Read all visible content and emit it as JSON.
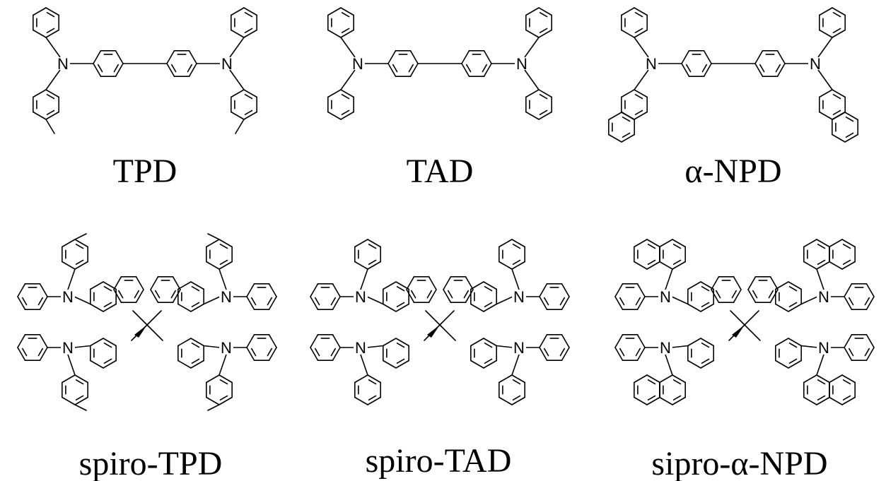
{
  "captions": {
    "tpd": "TPD",
    "tad": "TAD",
    "anpd": "α-NPD",
    "spiro_tpd": "spiro-TPD",
    "spiro_tad": "spiro-TAD",
    "spiro_anpd": "sipro-α-NPD"
  },
  "atom_label": "N"
}
